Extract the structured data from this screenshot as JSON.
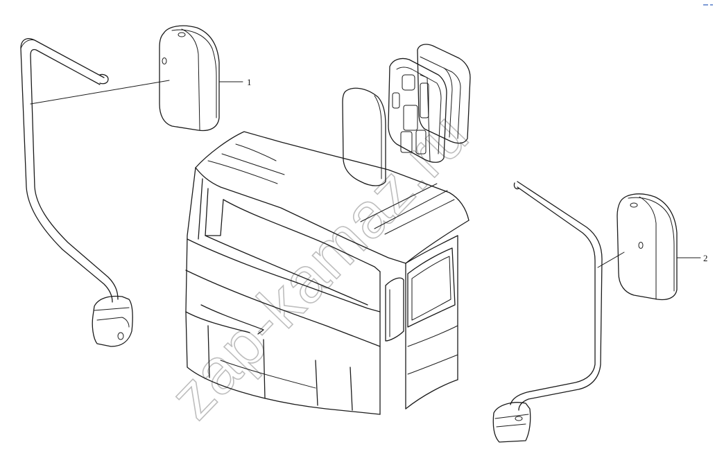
{
  "diagram": {
    "callouts": [
      {
        "id": "1",
        "label": "1"
      },
      {
        "id": "2",
        "label": "2"
      }
    ],
    "watermark": "zap-kamaz.ru",
    "colors": {
      "line": "#1a1a1a",
      "watermark": "#bdbdbd",
      "corner_mark": "#7d9bd6"
    }
  }
}
